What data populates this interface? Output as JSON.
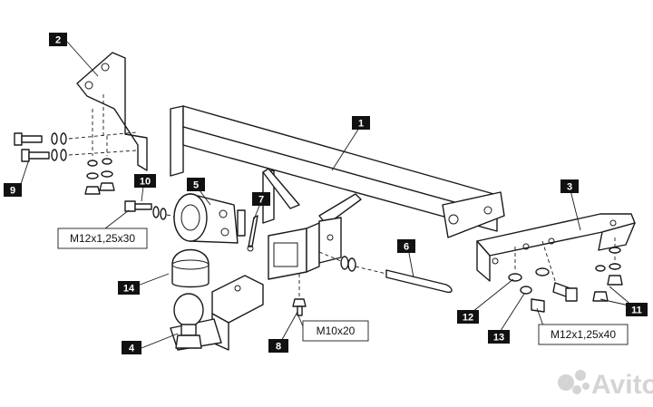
{
  "parts": [
    {
      "key": "p1",
      "label": "1"
    },
    {
      "key": "p2",
      "label": "2"
    },
    {
      "key": "p3",
      "label": "3"
    },
    {
      "key": "p4",
      "label": "4"
    },
    {
      "key": "p5",
      "label": "5"
    },
    {
      "key": "p6",
      "label": "6"
    },
    {
      "key": "p7",
      "label": "7"
    },
    {
      "key": "p8",
      "label": "8"
    },
    {
      "key": "p9",
      "label": "9"
    },
    {
      "key": "p10",
      "label": "10"
    },
    {
      "key": "p11",
      "label": "11"
    },
    {
      "key": "p12",
      "label": "12"
    },
    {
      "key": "p13",
      "label": "13"
    },
    {
      "key": "p14",
      "label": "14"
    }
  ],
  "sizes": {
    "m12x30": "M12x1,25x30",
    "m10x20": "M10x20",
    "m12x40": "M12x1,25x40"
  },
  "watermark": {
    "text": "Avito",
    "icon": "avito-dots-icon"
  }
}
